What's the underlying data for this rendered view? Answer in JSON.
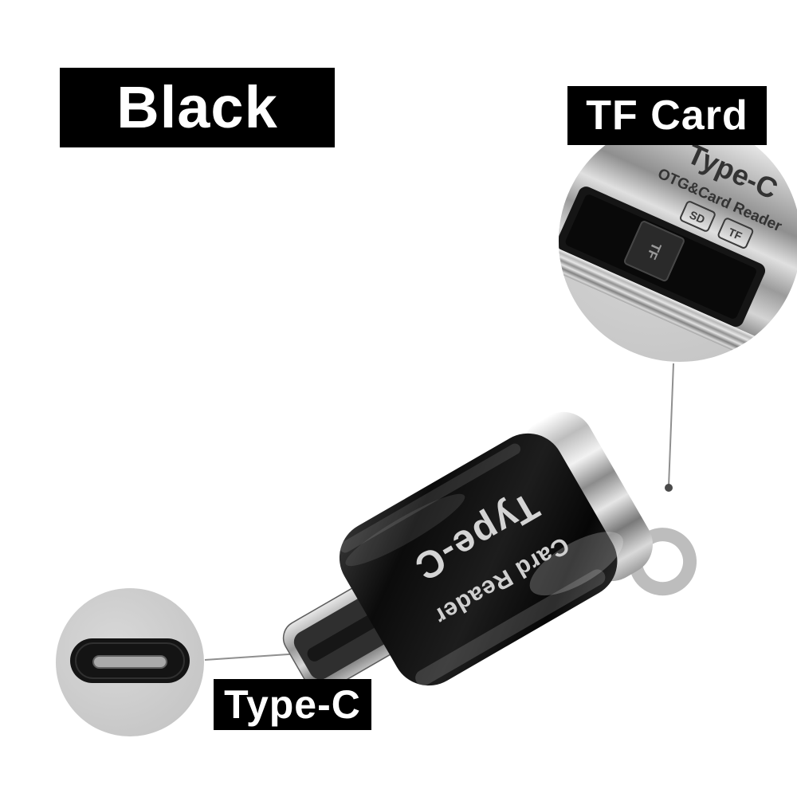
{
  "annotations": {
    "color_label": "Black",
    "tf_card_label": "TF Card",
    "type_c_label": "Type-C"
  },
  "product": {
    "brand_line1": "Type-C",
    "brand_line2": "Card Reader"
  },
  "tf_inset": {
    "brand_line1": "Type-C",
    "brand_line2": "OTG&Card Reader",
    "sd_badge": "SD",
    "tf_badge": "TF",
    "card_marking": "TF"
  },
  "colors": {
    "background": "#ffffff",
    "label_bg": "#000000",
    "label_text": "#ffffff",
    "inset_bg": "#c9c9c9",
    "body_black": "#121212",
    "chrome": "#d9d9d9",
    "connector_line": "#8f8f8f"
  }
}
